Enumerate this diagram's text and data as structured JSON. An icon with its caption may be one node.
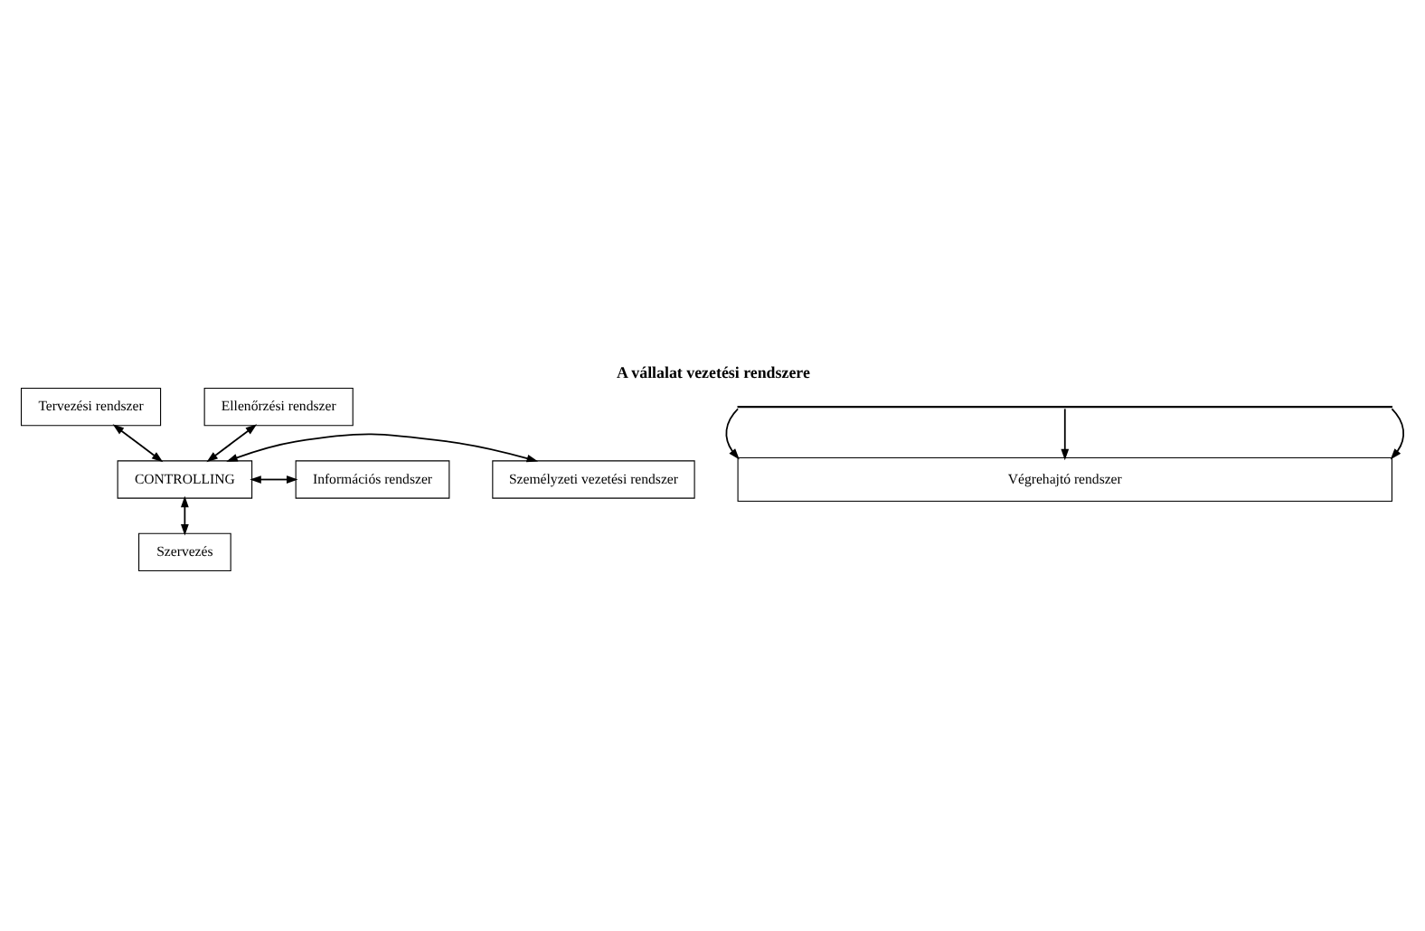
{
  "diagram": {
    "title": "A vállalat vezetési rendszere",
    "nodes": [
      {
        "text": [
          "Tervezési rendszer"
        ]
      },
      {
        "text": [
          "Ellenőrzési rendszer"
        ]
      },
      {
        "text": [
          "CONTROLLING"
        ]
      },
      {
        "text": [
          "Személyzeti vezetési rendszer"
        ]
      },
      {
        "text": [
          "Információs rendszer"
        ]
      },
      {
        "text": [
          "Szervezés"
        ]
      },
      {
        "text": [],
        "shape": "bar"
      },
      {
        "text": [
          "Végrehajtó rendszer"
        ]
      }
    ],
    "edges": [
      {
        "from": 0,
        "to": 2,
        "arrow": "both"
      },
      {
        "from": 1,
        "to": 2,
        "arrow": "both"
      },
      {
        "from": 2,
        "to": 3,
        "arrow": "both"
      },
      {
        "from": 2,
        "to": 4,
        "arrow": "both"
      },
      {
        "from": 2,
        "to": 5,
        "arrow": "both"
      },
      {
        "from": 6,
        "to": 7,
        "arrow": "to"
      },
      {
        "from": 6,
        "to": 7,
        "arrow": "to"
      },
      {
        "from": 6,
        "to": 7,
        "arrow": "to"
      }
    ]
  }
}
